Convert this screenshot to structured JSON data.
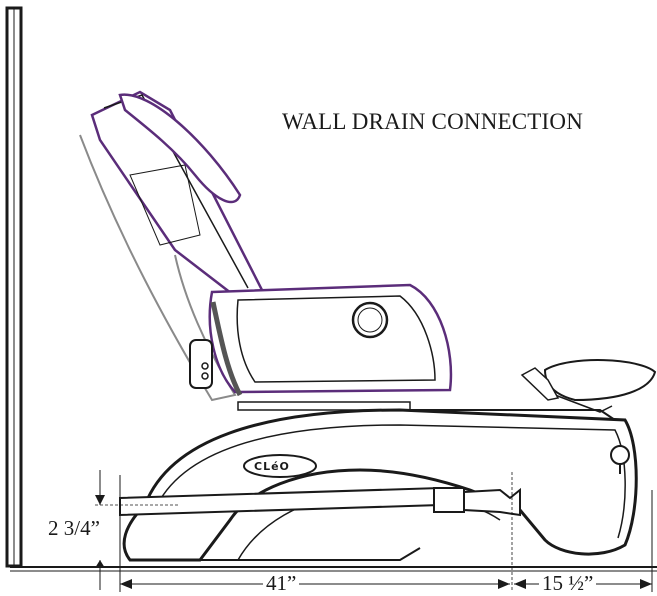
{
  "title": "WALL DRAIN CONNECTION",
  "brand": "CLéO",
  "dimensions": {
    "height": "2 3/4”",
    "length_main": "41”",
    "length_side": "15 ½”"
  },
  "colors": {
    "line": "#1a1a1a",
    "accent": "#5b2d7a",
    "shade": "#8a8a8a"
  }
}
